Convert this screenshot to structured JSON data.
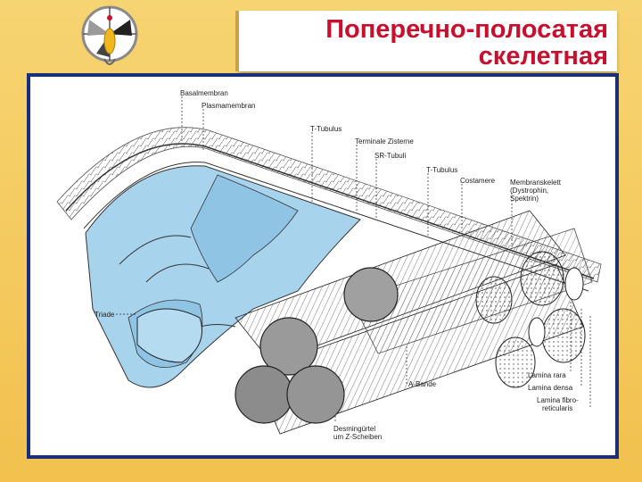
{
  "slide": {
    "title_line1": "Поперечно-полосатая",
    "title_line2": "скелетная"
  },
  "colors": {
    "background": "#f4c75a",
    "title": "#c8102e",
    "frame": "#1a2f7a",
    "reticulum": "#a8d3ec"
  },
  "logo": {
    "icon": "emblem-icon"
  },
  "figure": {
    "labels": {
      "basalmembran": "Basalmembran",
      "plasmamembran": "Plasmamembran",
      "t_tubulus_1": "T-Tubulus",
      "terminale_zisterne": "Terminale Zisterne",
      "sr_tubuli": "SR-Tubuli",
      "t_tubulus_2": "T-Tubulus",
      "costamere": "Costamere",
      "membranskelett": "Membranskelett",
      "membranskelett_detail_1": "(Dystrophin,",
      "membranskelett_detail_2": "Spektrin)",
      "triade": "Triade",
      "a_bande": "A-Bande",
      "lamina_rara": "Lamina rara",
      "lamina_densa": "Lamina densa",
      "lamina_fibro_1": "Lamina fibro-",
      "lamina_fibro_2": "reticularis",
      "desmingurtel_1": "Desmingürtel",
      "desmingurtel_2": "um Z-Scheiben"
    }
  }
}
